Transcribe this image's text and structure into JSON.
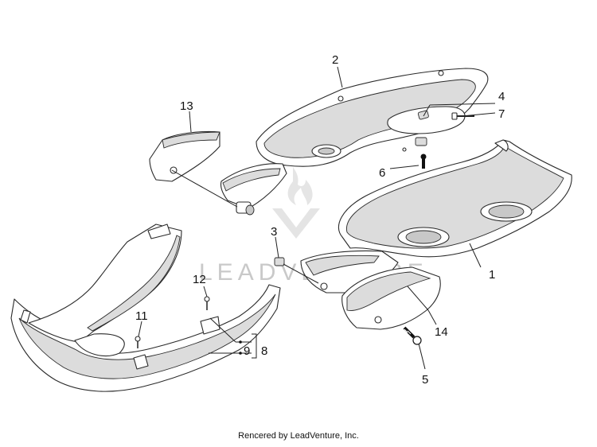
{
  "watermark": {
    "text": "LEADVENTURE"
  },
  "callouts": {
    "c1": "1",
    "c2": "2",
    "c3": "3",
    "c4": "4",
    "c5": "5",
    "c6": "6",
    "c7": "7",
    "c8": "8",
    "c9": "9",
    "c11": "11",
    "c12": "12",
    "c13": "13",
    "c14": "14"
  },
  "footer": {
    "text": "Rencered by LeadVenture, Inc."
  }
}
